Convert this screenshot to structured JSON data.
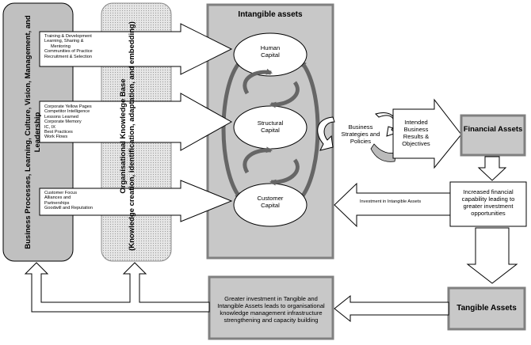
{
  "left_bar": {
    "label": "Business Processes, Learning, Culture, Vision, Management, and Leadership"
  },
  "knowledge_base": {
    "title": "Organisational Knowledge Base",
    "subtitle": "(Knowledge creation, identification, adaptation, and embedding)"
  },
  "intangible": {
    "title": "Intangible assets",
    "human": "Human Capital",
    "structural": "Structural Capital",
    "customer": "Customer Capital"
  },
  "lists": {
    "human": [
      "Training & Development",
      "Learning, Sharing &",
      "Mentoring",
      "Communities of Practice",
      "Recruitment & Selection"
    ],
    "structural": [
      "Corporate Yellow Pages",
      "Competitor Intelligence",
      "Lessons Learned",
      "Corporate Memory",
      "IC, IX",
      "Best Practices",
      "Work Flows"
    ],
    "customer": [
      "Customer Focus",
      "Alliances and",
      "Partnerships",
      "Goodwill and Reputation"
    ]
  },
  "strategies": "Business Strategies and Policies",
  "results": "Intended Business Results & Objectives",
  "financial": "Financial Assets",
  "increased": "Increased financial capability leading to greater investment opportunities",
  "investment_label": "Investment in Intangible Assets",
  "tangible": "Tangible Assets",
  "greater": "Greater investment in Tangible and Intangible Assets leads to organisational knowledge management infrastructure strengthening and capacity building"
}
